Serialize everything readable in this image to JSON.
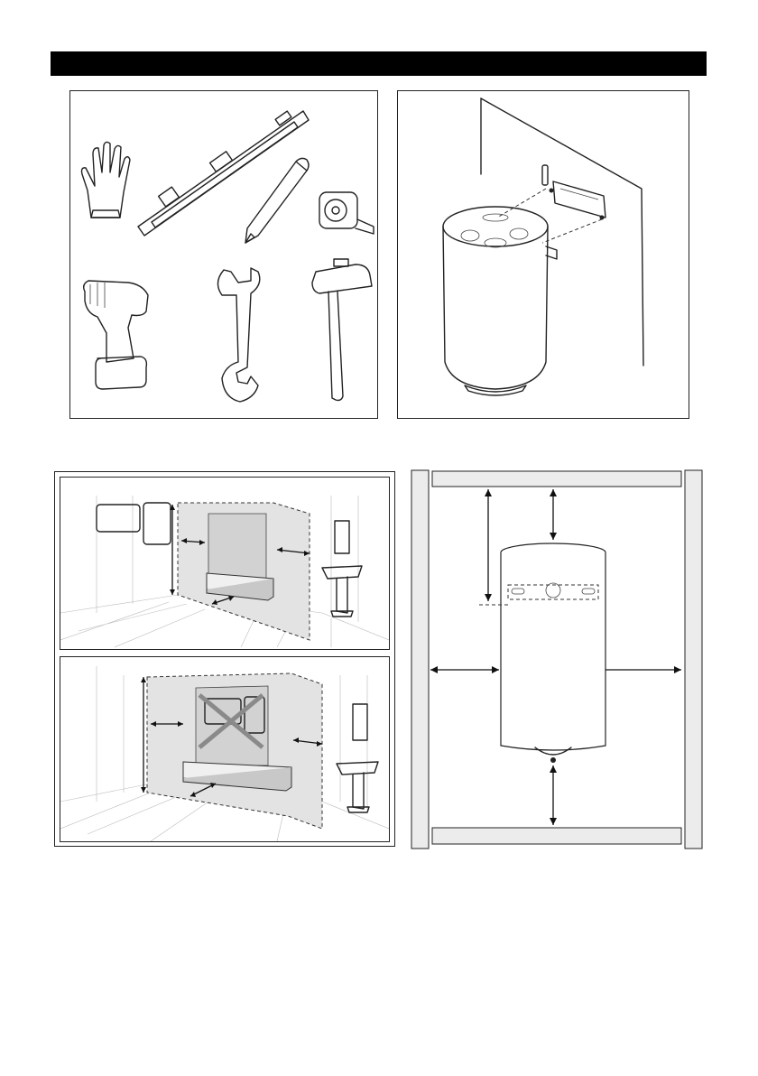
{
  "header": {
    "title": ""
  },
  "panels": {
    "tools": {
      "items": [
        "gloves-icon",
        "spirit-level-icon",
        "pencil-icon",
        "tape-measure-icon",
        "drill-icon",
        "wrench-icon",
        "hammer-icon"
      ]
    },
    "wall_mount": {
      "items": [
        "water-heater-icon",
        "mounting-bracket-icon",
        "wall-plug-icon"
      ]
    },
    "bathroom_allowed": {
      "items": [
        "bathtub-icon",
        "washbasin-icon",
        "mirror-icon",
        "water-heater-icon"
      ]
    },
    "bathroom_forbidden": {
      "items": [
        "bathtub-icon",
        "washbasin-icon",
        "mirror-icon",
        "cross-mark-icon"
      ]
    },
    "clearances": {
      "items": [
        "water-heater-icon",
        "ceiling-bar",
        "floor-bar",
        "left-wall-bar",
        "right-wall-bar"
      ]
    }
  },
  "colors": {
    "ink": "#222222",
    "zone_fill": "#e3e3e3",
    "wall_fill": "#ececec",
    "forbidden_cross": "#8a8a8a"
  }
}
